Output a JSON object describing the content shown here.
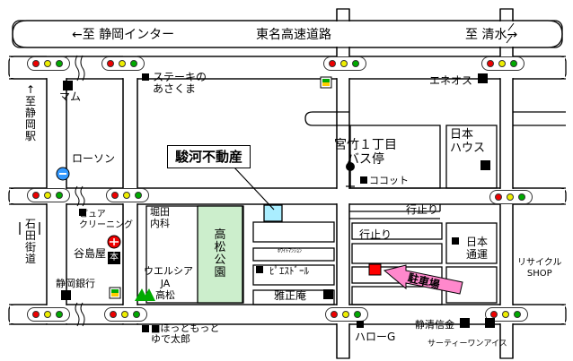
{
  "colors": {
    "company_block": "#aaeeff",
    "park": "#cceecc",
    "parking_marker": "#ff0000",
    "parking_arrow": "#ff88cc",
    "signal_red": "#e00000",
    "signal_yellow": "#eeee00",
    "signal_green": "#00aa00"
  },
  "highway": {
    "name": "東名高速道路",
    "west": "←至 静岡インター",
    "east": "至 清水→"
  },
  "company": "駿河不動産",
  "bus_stop": "宮竹１丁目\nバス停",
  "parking": "駐車場",
  "park": "高松公園",
  "streets": {
    "ishida": "石田街道",
    "to_station": "↑至静岡駅",
    "dead_end_1": "行止り",
    "dead_end_2": "行止り"
  },
  "landmarks": {
    "mam": "マム",
    "steak": "ステーキの\nあさくま",
    "enesos": "エネオス",
    "nihon_house": "日本\nハウス",
    "lawson": "ローソン",
    "cocotte": "ココット",
    "pure_cleaning": "ピュア\nクリーニング",
    "horita": "堀田\n内科",
    "yatoshimaya": "谷島屋",
    "book_icon": "本",
    "welcia": "ウエルシア",
    "ja": "JA\n高松",
    "shizuoka_bank": "静岡銀行",
    "hotto": "■ほっともっと\nゆで太郎",
    "mansion": "ﾎﾜｲﾄﾏﾝｼｮﾝ",
    "p_estoile": "ﾋﾟｴｽﾄﾞｰﾙ",
    "gashoan": "雅正庵",
    "nihon_dori": "日本\n通運",
    "recycle": "リサイクル\nSHOP",
    "hello_g": "ハローG",
    "seishin": "静清信金",
    "thirty_one": "サーティーワンアイス"
  },
  "icons": [
    "traffic-signal-icon",
    "family-mart-icon",
    "eneos-icon",
    "bus-stop-icon",
    "bank-icon",
    "gas-station-icon",
    "ja-icon"
  ]
}
